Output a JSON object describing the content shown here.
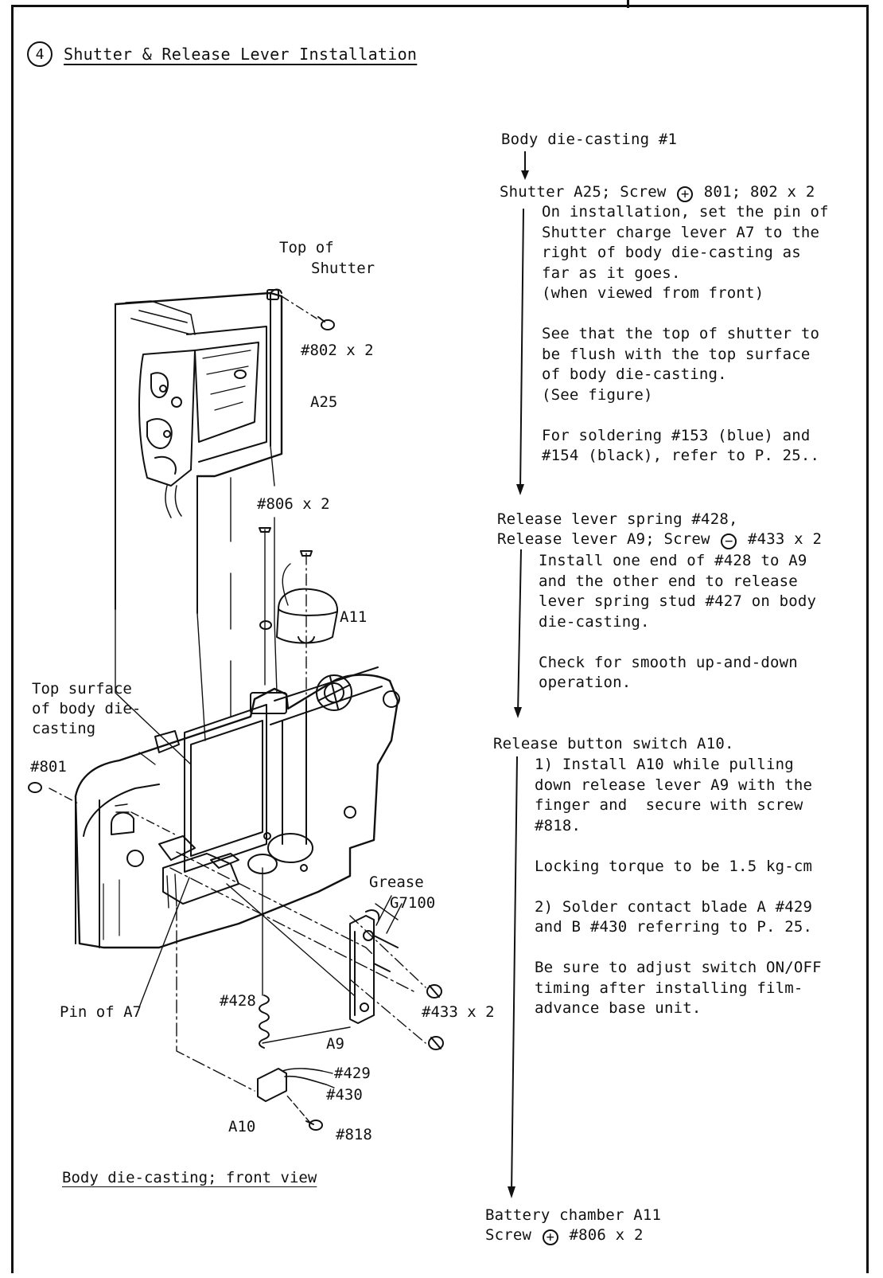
{
  "heading": {
    "step_number": "4",
    "title": "Shutter & Release Lever Installation"
  },
  "figure": {
    "caption": "Body die-casting; front view",
    "labels": {
      "top_of_shutter_1": "Top of",
      "top_of_shutter_2": "Shutter",
      "screw_802": "#802 x 2",
      "a25": "A25",
      "screw_806": "#806 x 2",
      "a11": "A11",
      "top_surface_1": "Top surface",
      "top_surface_2": "of body die-",
      "top_surface_3": "casting",
      "screw_801": "#801",
      "grease_1": "Grease",
      "grease_2": "G7100",
      "pin_a7": "Pin of A7",
      "spring_428": "#428",
      "screw_433": "#433 x 2",
      "a9": "A9",
      "blade_429": "#429",
      "blade_430": "#430",
      "a10": "A10",
      "screw_818": "#818"
    }
  },
  "flow": {
    "step1_title": "Body die-casting #1",
    "step2_title_a": "Shutter A25; Screw",
    "step2_symbol": "+",
    "step2_title_b": "801; 802 x 2",
    "step2_notes": [
      "On installation, set the pin of",
      "Shutter charge lever A7 to the",
      "right of body die-casting as",
      "far as it goes.",
      "(when viewed from front)",
      "",
      "See that the top of shutter to",
      "be flush with the top surface",
      "of body die-casting.",
      "(See figure)",
      "",
      "For soldering #153 (blue) and",
      "#154 (black), refer to P. 25.."
    ],
    "step3_title_line1": "Release lever spring #428,",
    "step3_title_a": "Release lever A9; Screw",
    "step3_symbol": "−",
    "step3_title_b": "#433 x 2",
    "step3_notes": [
      "Install one end of #428 to A9",
      "and the other end to release",
      "lever spring stud #427 on body",
      "die-casting.",
      "",
      "Check for smooth up-and-down",
      "operation."
    ],
    "step4_title": "Release button switch A10.",
    "step4_notes": [
      "1) Install A10 while pulling",
      "down release lever A9 with the",
      "finger and  secure with screw",
      "#818.",
      "",
      "Locking torque to be 1.5 kg-cm",
      "",
      "2) Solder contact blade A #429",
      "and B #430 referring to P. 25.",
      "",
      "Be sure to adjust switch ON/OFF",
      "timing after installing film-",
      "advance base unit."
    ],
    "step5_title": "Battery chamber A11",
    "step5_title_a": "Screw",
    "step5_symbol": "+",
    "step5_title_b": "#806 x 2"
  }
}
